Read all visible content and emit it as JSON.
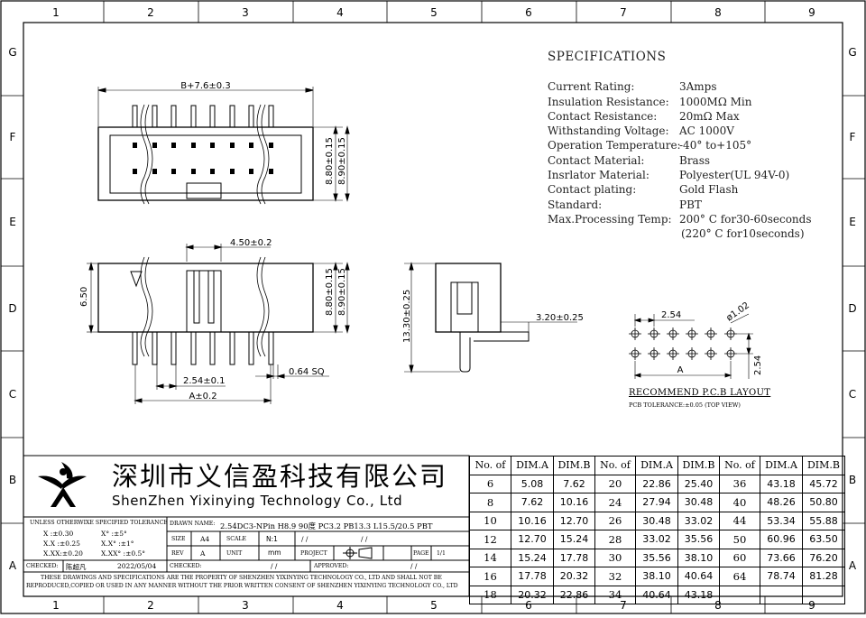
{
  "grid": {
    "cols": [
      "1",
      "2",
      "3",
      "4",
      "5",
      "6",
      "7",
      "8",
      "9"
    ],
    "rows": [
      "G",
      "F",
      "E",
      "D",
      "C",
      "B",
      "A"
    ]
  },
  "specs": {
    "title": "SPECIFICATIONS",
    "rows": [
      {
        "k": "Current Rating:",
        "v": "3Amps"
      },
      {
        "k": "Insulation Resistance:",
        "v": "1000MΩ    Min"
      },
      {
        "k": "Contact Resistance:",
        "v": "20mΩ Max"
      },
      {
        "k": "Withstanding Voltage:",
        "v": "AC  1000V"
      },
      {
        "k": "Operation Temperature:",
        "v": "-40° to+105°"
      },
      {
        "k": "Contact Material:",
        "v": "Brass"
      },
      {
        "k": "Insrlator Material:",
        "v": "Polyester(UL  94V-0)"
      },
      {
        "k": "Contact plating:",
        "v": "Gold Flash"
      },
      {
        "k": "Standard:",
        "v": "PBT"
      },
      {
        "k": "Max.Processing Temp:",
        "v": "200° C for30-60seconds"
      }
    ],
    "cont": "(220° C for10seconds)"
  },
  "dims": {
    "b_width": "B+7.6±0.3",
    "h_880": "8.80±0.15",
    "h_890": "8.90±0.15",
    "w_450": "4.50±0.2",
    "h_650": "6.50",
    "h_880b": "8.80±0.15",
    "h_890b": "8.90±0.15",
    "pitch": "2.54±0.1",
    "sq": "0.64  SQ",
    "a": "A±0.2",
    "h_1330": "13.30±0.25",
    "l_320": "3.20±0.25",
    "pcb_pitch": "2.54",
    "pcb_hole": "ø1.02",
    "pcb_a": "A",
    "pcb_row": "2.54"
  },
  "pcb": {
    "title": "RECOMMEND P.C.B LAYOUT",
    "tolerance": "PCB TOLERANCE:±0.05 (TOP VIEW)"
  },
  "company": {
    "cn": "深圳市义信盈科技有限公司",
    "en": "ShenZhen Yixinying Technology Co., Ltd"
  },
  "titleblock": {
    "tol_header": "UNLESS OTHERWIXE SPECIFIED TOLERANCE",
    "tol_x": "X   :±0.30",
    "tol_deg": "X°  :±5°",
    "tol_xx": "X.X :±0.25",
    "tol_xdeg": "X.X°  :±1°",
    "tol_xxx": "X.XX:±0.20",
    "tol_xxdeg": "X.XX° :±0.5°",
    "drawn_label": "DRAWN NAME:",
    "drawn_value": "2.54DC3-NPin H8.9 90度 PC3.2 PB13.3 L15.5/20.5 PBT",
    "size_label": "SIZE",
    "size_value": "A4",
    "scale_label": "SCALE",
    "scale_value": "N:1",
    "rev_label": "REV",
    "rev_value": "A",
    "unit_label": "UNIT",
    "unit_value": "mm",
    "project_label": "PROJECT",
    "page_label": "PAGE",
    "page_value": "1/1",
    "checked1_label": "CHECKED:",
    "checked1_name": "陈超凡",
    "date": "2022/05/04",
    "checked2_label": "CHECKED:",
    "approved_label": "APPROVED:",
    "slash": "/   /",
    "footer1": "THESE DRAWINGS AND SPECIFICATIONS ARE THE PROPERTY OF SHENZHEN YIXINYING TECHNOLOGY CO., LTD AND SHALL NOT BE",
    "footer2": "REPRODUCED,COPIED OR USED IN ANY MANNER WITHOUT THE PRIOR WRITTEN CONSENT OF SHENZHEN YIXINYING TECHNOLOGY CO., LTD"
  },
  "table": {
    "headers": [
      "No. of",
      "DIM.A",
      "DIM.B"
    ],
    "rows": [
      [
        "6",
        "5.08",
        "7.62",
        "20",
        "22.86",
        "25.40",
        "36",
        "43.18",
        "45.72"
      ],
      [
        "8",
        "7.62",
        "10.16",
        "24",
        "27.94",
        "30.48",
        "40",
        "48.26",
        "50.80"
      ],
      [
        "10",
        "10.16",
        "12.70",
        "26",
        "30.48",
        "33.02",
        "44",
        "53.34",
        "55.88"
      ],
      [
        "12",
        "12.70",
        "15.24",
        "28",
        "33.02",
        "35.56",
        "50",
        "60.96",
        "63.50"
      ],
      [
        "14",
        "15.24",
        "17.78",
        "30",
        "35.56",
        "38.10",
        "60",
        "73.66",
        "76.20"
      ],
      [
        "16",
        "17.78",
        "20.32",
        "32",
        "38.10",
        "40.64",
        "64",
        "78.74",
        "81.28"
      ],
      [
        "18",
        "20.32",
        "22.86",
        "34",
        "40.64",
        "43.18",
        "",
        "",
        ""
      ]
    ]
  }
}
